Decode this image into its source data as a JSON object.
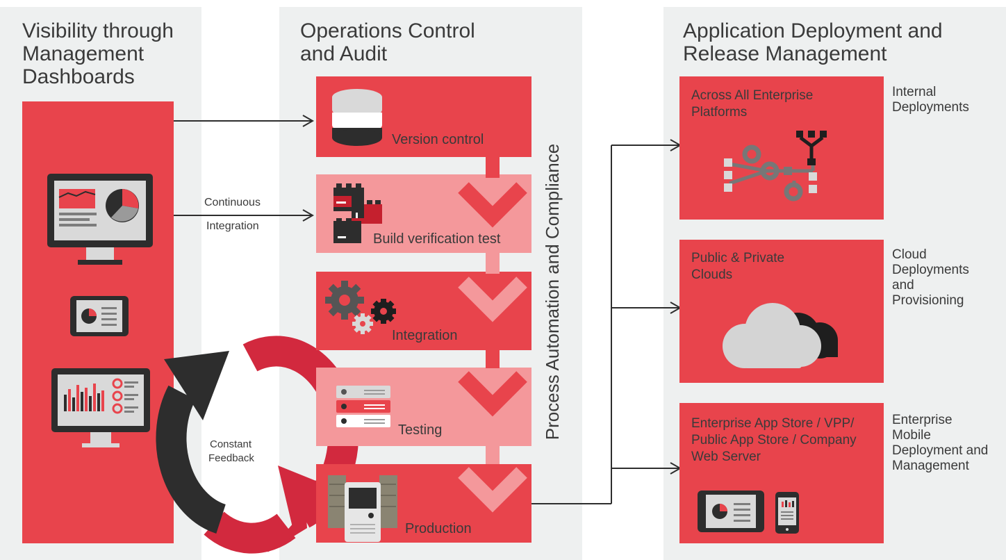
{
  "columns": {
    "left_heading": "Visibility through Management Dashboards",
    "middle_heading": "Operations Control and Audit",
    "right_heading": "Application Deployment and Release Management"
  },
  "connectors": {
    "continuous_line1": "Continuous",
    "continuous_line2": "Integration",
    "feedback_line1": "Constant",
    "feedback_line2": "Feedback"
  },
  "pipeline": {
    "vertical_label": "Process Automation and Compliance",
    "stages": [
      "Version control",
      "Build verification test",
      "Integration",
      "Testing",
      "Production"
    ]
  },
  "deployments": [
    {
      "box_title": "Across All Enterprise Platforms",
      "side_label": "Internal Deployments"
    },
    {
      "box_title": "Public & Private Clouds",
      "side_label": "Cloud Deployments and Provisioning"
    },
    {
      "box_title": "Enterprise App Store / VPP/ Public App Store / Company Web Server",
      "side_label": "Enterprise Mobile Deployment and Management"
    }
  ],
  "colors": {
    "red": "#e8444c",
    "pink": "#f4989b",
    "dark": "#2d2d2d",
    "panel": "#eef0f0"
  }
}
